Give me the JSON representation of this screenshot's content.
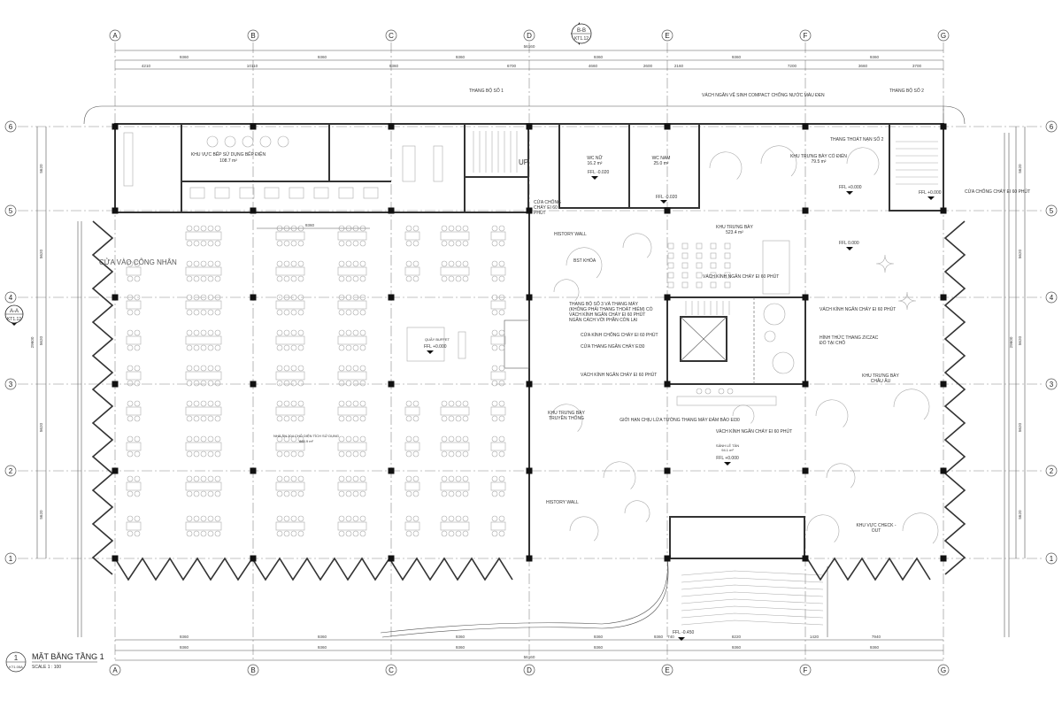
{
  "drawing": {
    "title": "MẶT BẰNG TẦNG 1",
    "number": "1",
    "sheet": "KT1.05A",
    "scale": "SCALE  1 : 100"
  },
  "grid": {
    "columns": [
      "A",
      "B",
      "C",
      "D",
      "E",
      "F",
      "G"
    ],
    "rows": [
      "6",
      "5",
      "4",
      "3",
      "2",
      "1"
    ]
  },
  "sections": {
    "bb": {
      "name": "B-B",
      "sheet": "KT1.12"
    },
    "aa": {
      "name": "A-A",
      "sheet": "KT1.12"
    }
  },
  "dimensions": {
    "top_total": "56160",
    "top_bays": [
      "9360",
      "9360",
      "9360",
      "9360",
      "9360",
      "9360"
    ],
    "top_sub": [
      "4210",
      "10110",
      "9360",
      "6700",
      "4660",
      "2600",
      "2160",
      "7200",
      "3660",
      "3700"
    ],
    "bottom_sub": [
      "9360",
      "9360",
      "9360",
      "9360",
      "9360",
      "740",
      "8220",
      "1420",
      "7940"
    ],
    "bottom_bays": [
      "9360",
      "9360",
      "9360",
      "9360",
      "9360",
      "9360"
    ],
    "bottom_total": "56160",
    "side_bays": [
      "5620",
      "5620",
      "5620",
      "5620",
      "5620"
    ],
    "side_total": "29600",
    "inner_dim": "9360"
  },
  "labels": {
    "stair1": "THANG BỘ SỐ 1",
    "stair2": "THANG BỘ SỐ 2",
    "wc_partition": "VÁCH NGĂN VỆ SINH COMPACT CHỐNG NƯỚC MÀU ĐEN",
    "kitchen": "KHU VỰC BẾP SỬ DỤNG BẾP ĐIỆN",
    "kitchen_area": "108.7 m²",
    "wc_female": "WC NỮ",
    "wc_female_area": "16.2 m²",
    "wc_male": "WC NAM",
    "wc_male_area": "25.0 m²",
    "ffl_wc1": "FFL -0.020",
    "ffl_wc2": "FFL -0.020",
    "escape_stair2": "THANG THOÁT NẠN SỐ 2",
    "classic_exhibit": "KHU TRƯNG BÀY CỔ ĐIỂN",
    "classic_exhibit_area": "79.5 m²",
    "ffl_classic": "FFL +0.000",
    "ffl_stair2": "FFL +0.000",
    "fire_door_right": "CỬA CHỐNG CHÁY EI 60 PHÚT",
    "fire_door_left_1": "CỬA CHỐNG",
    "fire_door_left_2": "CHÁY EI 60",
    "fire_door_left_3": "PHÚT",
    "history_wall_1": "HISTORY WALL",
    "history_wall_2": "HISTORY WALL",
    "exhibit": "KHU TRƯNG BÀY",
    "exhibit_area": "523.4 m²",
    "ffl_exhibit": "FFL 0.000",
    "bst_lock": "BST KHÓA",
    "glass_partition_1": "VÁCH KÍNH NGĂN CHÁY EI 60 PHÚT",
    "worker_entrance": "CỬA VÀO CÔNG NHÂN",
    "stair3_note": [
      "THANG BỘ SỐ 3 VÀ THANG MÁY",
      "(KHÔNG PHẢI THANG THOÁT HIỂM) CÓ",
      "VÁCH KÍNH NGĂN CHÁY EI 60 PHÚT",
      "NGĂN CÁCH VỚI PHẦN CÒN LẠI"
    ],
    "glass_fire_door": "CỬA KÍNH CHỐNG CHÁY EI 60 PHÚT",
    "stair_fire_door": "CỬA THANG NGĂN CHÁY EI30",
    "glass_partition_2": "VÁCH KÍNH NGĂN CHÁY EI 60 PHÚT",
    "glass_partition_3": "VÁCH KÍNH NGĂN CHÁY EI 60 PHÚT",
    "zigzag_stair_1": "HÌNH THỨC THANG ZICZAC",
    "zigzag_stair_2": "ĐỔ TẠI CHỖ",
    "europe_exhibit_1": "KHU TRƯNG BÀY",
    "europe_exhibit_2": "CHÂU ÂU",
    "buffet": "QUẦY BUFFET",
    "ffl_buffet": "FFL +0.000",
    "dining": "NHÀ ĂN 304 CHỖ DIỆN TÍCH SỬ DỤNG",
    "dining_area": "868.9 m²",
    "traditional_exhibit_1": "KHU TRƯNG BÀY",
    "traditional_exhibit_2": "TRUYỀN THỐNG",
    "elevator_fire_limit": "GIỚI HẠN CHỊU LỬA TƯỜNG THANG MÁY ĐẢM BẢO EI30",
    "glass_partition_4": "VÁCH KÍNH NGĂN CHÁY EI 60 PHÚT",
    "lobby": "SẢNH LỄ TÂN",
    "lobby_area": "94.1 m²",
    "ffl_lobby": "FFL +0.000",
    "checkout_1": "KHU VỰC CHECK -",
    "checkout_2": "OUT",
    "ffl_entrance": "FFL -0.450",
    "up": "UP"
  }
}
